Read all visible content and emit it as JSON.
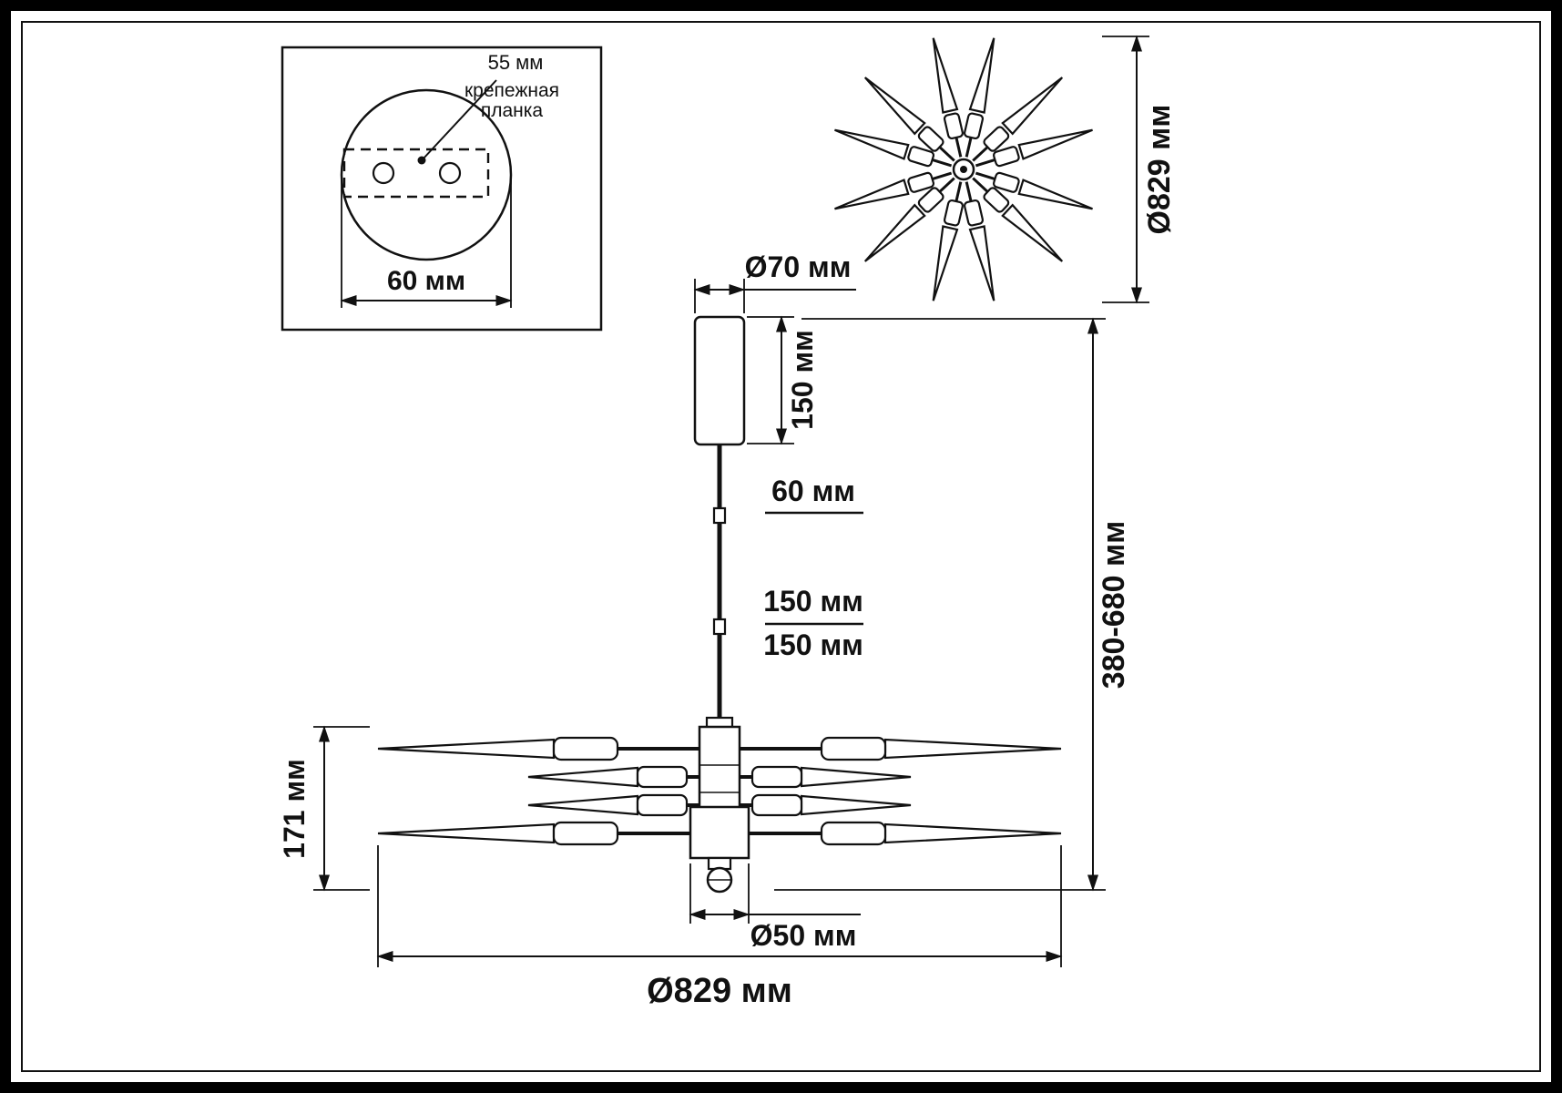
{
  "drawing": {
    "inset": {
      "dim_55": "55 мм",
      "plate_label_1": "крепежная",
      "plate_label_2": "планка",
      "dim_60": "60 мм"
    },
    "top_view": {
      "dim_diameter": "Ø829 мм"
    },
    "front_view": {
      "dim_canopy_diameter": "Ø70 мм",
      "dim_canopy_height": "150 мм",
      "dim_rod": "60 мм",
      "dim_segment_upper": "150 мм",
      "dim_segment_lower": "150 мм",
      "dim_body_height": "171 мм",
      "dim_hub_diameter": "Ø50 мм",
      "dim_overall_diameter": "Ø829 мм",
      "dim_overall_height": "380-680 мм"
    },
    "colors": {
      "ink": "#111111",
      "background": "#ffffff"
    }
  }
}
